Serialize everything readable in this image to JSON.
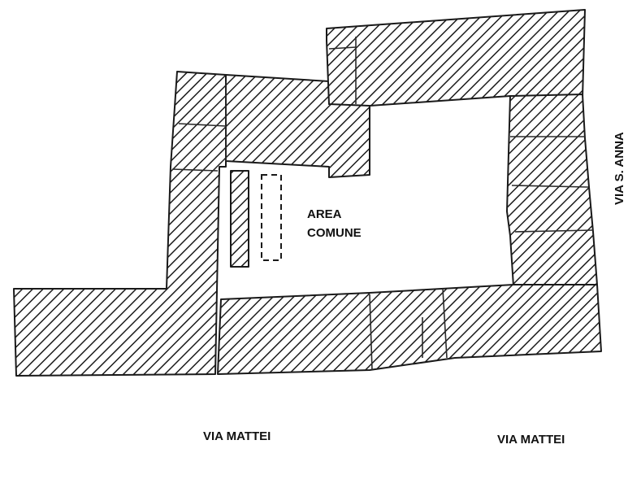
{
  "labels": {
    "area_line1": "AREA",
    "area_line2": "COMUNE",
    "street_bottom_left": "VIA MATTEI",
    "street_bottom_right": "VIA MATTEI",
    "street_right": "VIA S. ANNA"
  },
  "colors": {
    "ink": "#1a1a1a",
    "background": "#ffffff"
  }
}
